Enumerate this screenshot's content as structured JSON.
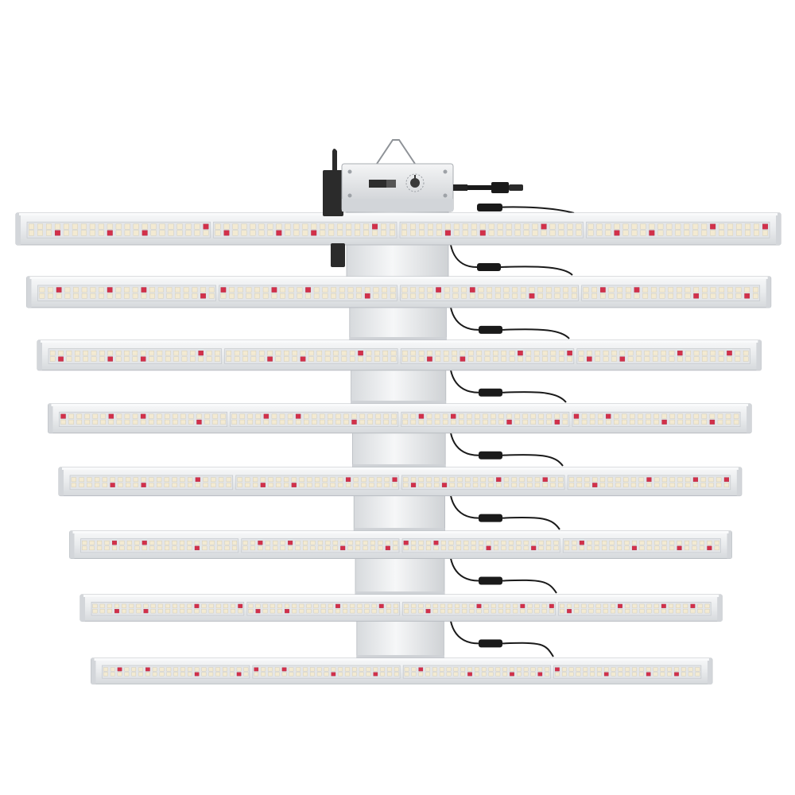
{
  "product": {
    "bar_count": 8,
    "segments_per_bar": 4,
    "led_rows_per_segment": 2,
    "has_dimmer_knob": true,
    "has_hanging_bracket": true
  },
  "colors": {
    "background": "#ffffff",
    "housing": "#eceef0",
    "housing_edge": "#b9bdc2",
    "led_white": "#f3ead2",
    "led_red": "#d2304a",
    "cable": "#1a1a1a",
    "driver_body": "#e4e6e9",
    "driver_dark": "#2b2b2b"
  },
  "icons": [
    "hanging-bracket-icon",
    "dimmer-knob-icon",
    "power-connector-icon"
  ]
}
